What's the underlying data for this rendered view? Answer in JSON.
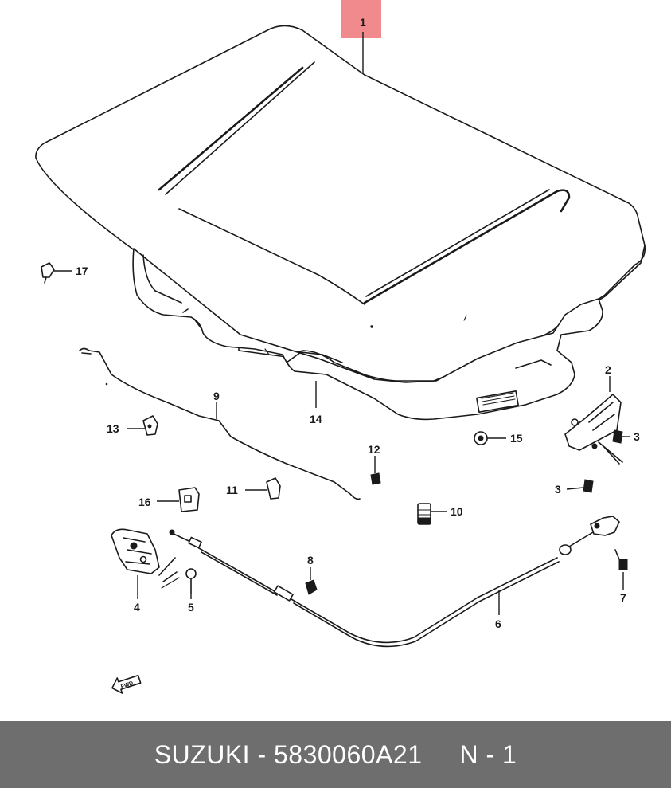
{
  "highlight_color": "#f08a8d",
  "footer": {
    "brand": "SUZUKI",
    "separator": " - ",
    "part_number": "5830060A21",
    "note": "N - 1",
    "background": "#6e6e6e"
  },
  "callouts": {
    "c1": "1",
    "c2": "2",
    "c3a": "3",
    "c3b": "3",
    "c4": "4",
    "c5": "5",
    "c6": "6",
    "c7": "7",
    "c8": "8",
    "c9": "9",
    "c10": "10",
    "c11": "11",
    "c12": "12",
    "c13": "13",
    "c14": "14",
    "c15": "15",
    "c16": "16",
    "c17": "17"
  },
  "fwd_arrow_label": "FWD"
}
